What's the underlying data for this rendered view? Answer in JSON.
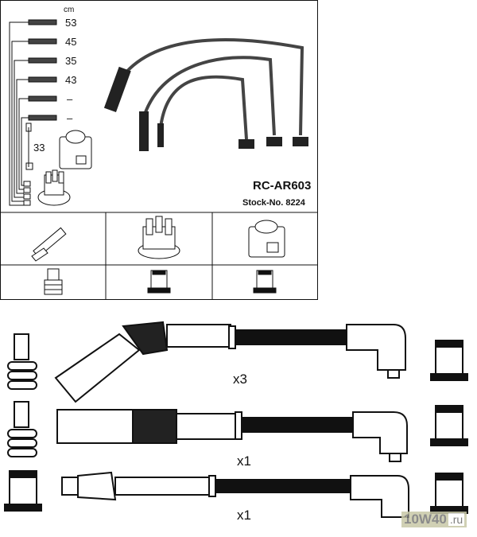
{
  "lengths": {
    "unit": "cm",
    "items": [
      "53",
      "45",
      "35",
      "43",
      "–",
      "–"
    ],
    "coil_lead": "33"
  },
  "product": {
    "code": "RC-AR603",
    "stock": "Stock-No. 8224"
  },
  "sets": [
    {
      "qty": "x3"
    },
    {
      "qty": "x1"
    },
    {
      "qty": "x1"
    }
  ],
  "watermark": {
    "text": "10W40",
    "suffix": ".ru"
  }
}
